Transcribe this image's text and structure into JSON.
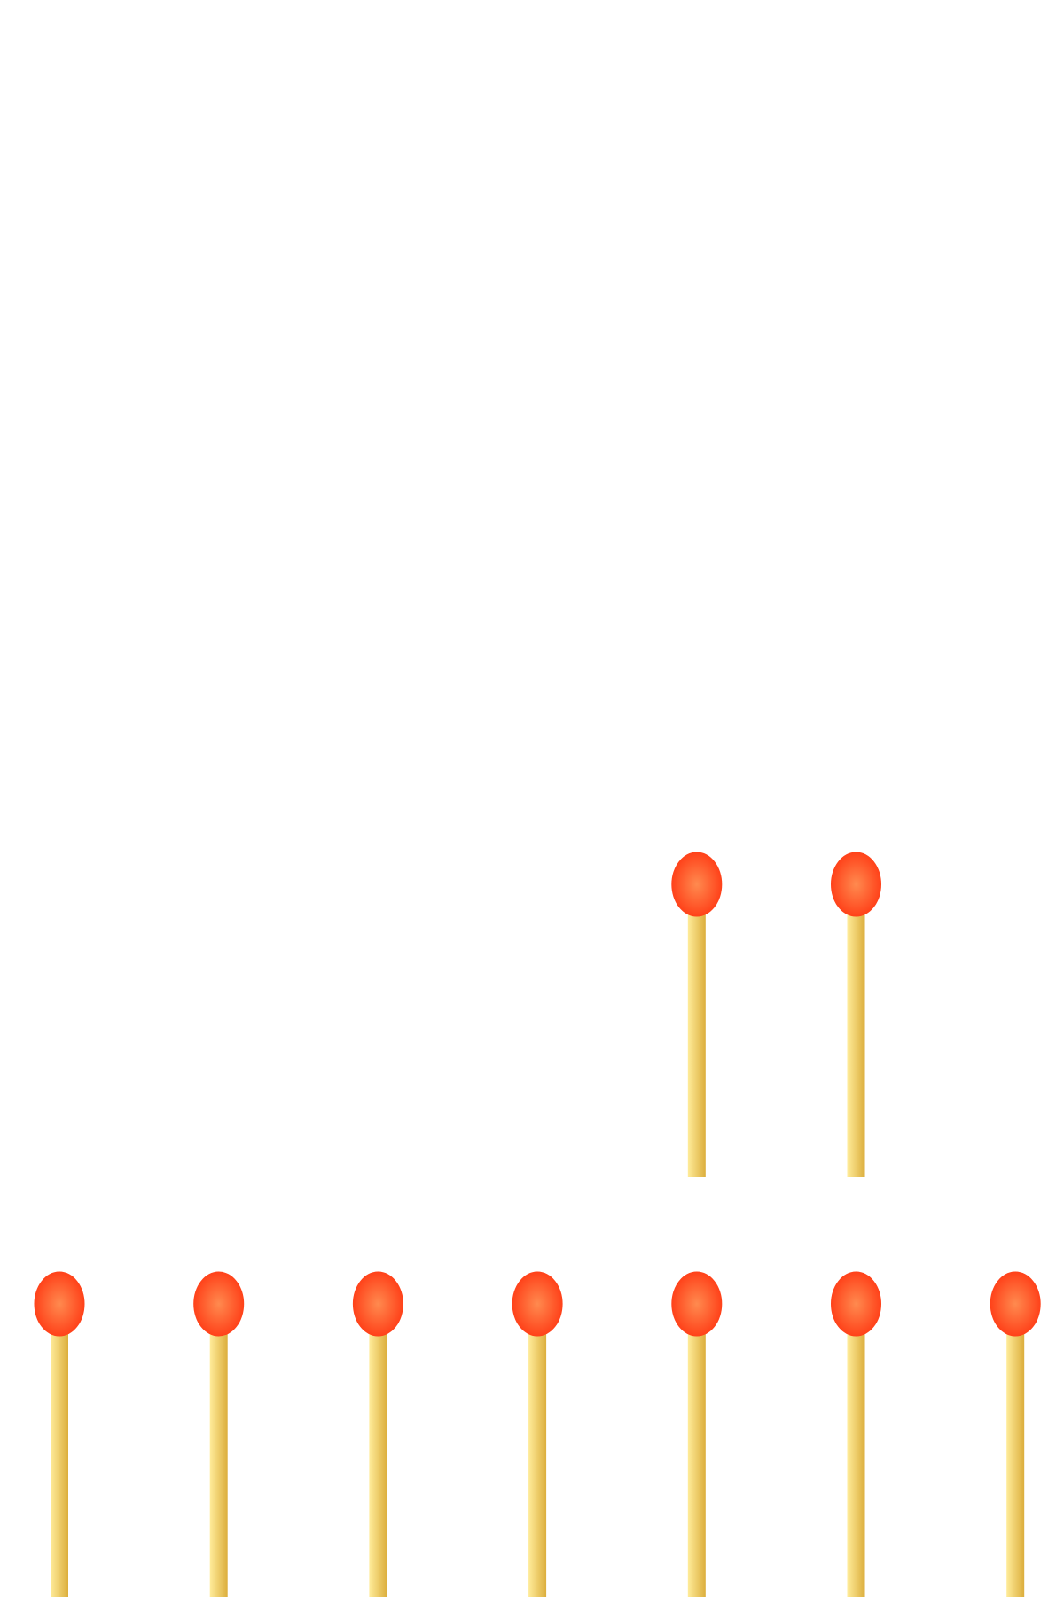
{
  "figure": {
    "background": "#ffffff",
    "colors": {
      "head_edge": "#ff3a14",
      "head_center": "#ff8a4f",
      "stick_light": "#ffec9a",
      "stick_dark": "#dcae3c"
    },
    "rows": [
      {
        "name": "top-row",
        "count": 2,
        "icon": "matchstick-icon"
      },
      {
        "name": "bottom-row",
        "count": 7,
        "icon": "matchstick-icon"
      }
    ]
  }
}
